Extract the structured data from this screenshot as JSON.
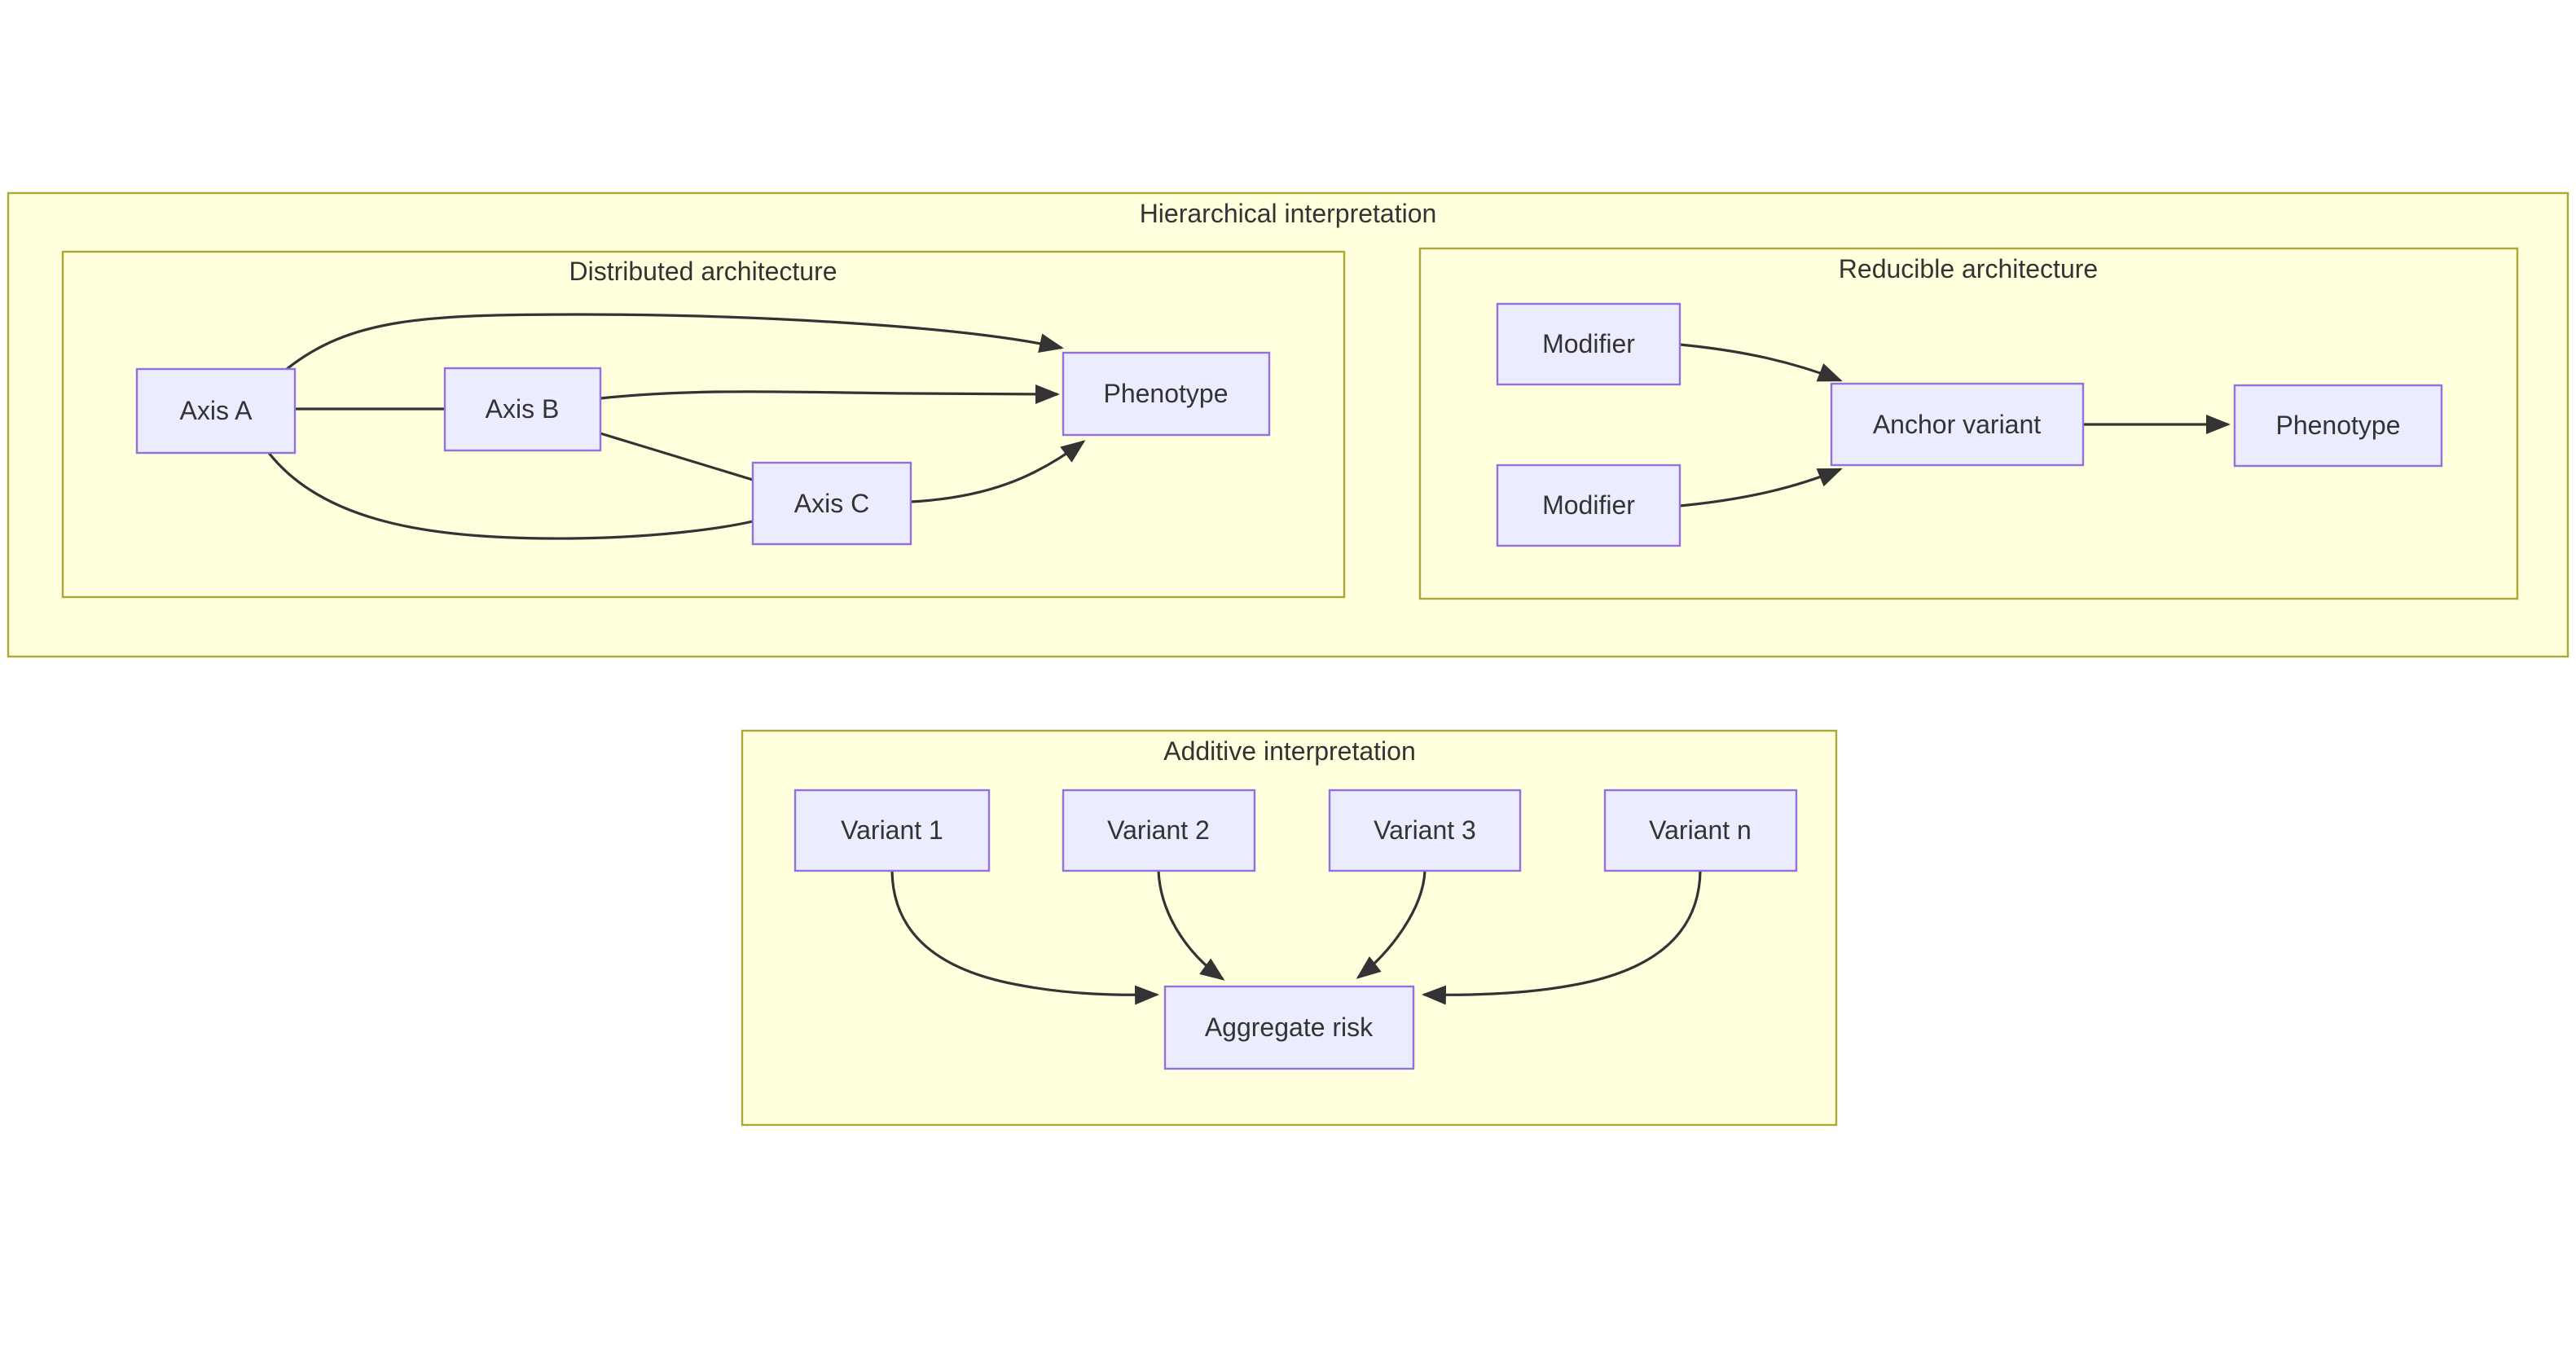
{
  "clusters": {
    "hierarchical": {
      "label": "Hierarchical interpretation"
    },
    "distributed": {
      "label": "Distributed architecture"
    },
    "reducible": {
      "label": "Reducible architecture"
    },
    "additive": {
      "label": "Additive interpretation"
    }
  },
  "nodes": {
    "axis_a": {
      "label": "Axis A"
    },
    "axis_b": {
      "label": "Axis B"
    },
    "axis_c": {
      "label": "Axis C"
    },
    "phenotype_distributed": {
      "label": "Phenotype"
    },
    "modifier_top": {
      "label": "Modifier"
    },
    "modifier_bottom": {
      "label": "Modifier"
    },
    "anchor_variant": {
      "label": "Anchor variant"
    },
    "phenotype_reducible": {
      "label": "Phenotype"
    },
    "variant_1": {
      "label": "Variant 1"
    },
    "variant_2": {
      "label": "Variant 2"
    },
    "variant_3": {
      "label": "Variant 3"
    },
    "variant_n": {
      "label": "Variant n"
    },
    "aggregate_risk": {
      "label": "Aggregate risk"
    }
  },
  "edges": [
    {
      "from": "axis_a",
      "to": "phenotype_distributed",
      "arrow": true
    },
    {
      "from": "axis_a",
      "to": "axis_b",
      "arrow": false
    },
    {
      "from": "axis_b",
      "to": "phenotype_distributed",
      "arrow": true
    },
    {
      "from": "axis_b",
      "to": "axis_c",
      "arrow": false
    },
    {
      "from": "axis_a",
      "to": "axis_c",
      "arrow": false
    },
    {
      "from": "axis_c",
      "to": "phenotype_distributed",
      "arrow": true
    },
    {
      "from": "modifier_top",
      "to": "anchor_variant",
      "arrow": true
    },
    {
      "from": "modifier_bottom",
      "to": "anchor_variant",
      "arrow": true
    },
    {
      "from": "anchor_variant",
      "to": "phenotype_reducible",
      "arrow": true
    },
    {
      "from": "variant_1",
      "to": "aggregate_risk",
      "arrow": true
    },
    {
      "from": "variant_2",
      "to": "aggregate_risk",
      "arrow": true
    },
    {
      "from": "variant_3",
      "to": "aggregate_risk",
      "arrow": true
    },
    {
      "from": "variant_n",
      "to": "aggregate_risk",
      "arrow": true
    }
  ],
  "colors": {
    "cluster_fill": "#ffffde",
    "cluster_border": "#aaaa33",
    "node_fill": "#ececff",
    "node_border": "#9370db",
    "edge": "#333333",
    "text": "#333333",
    "background": "#ffffff"
  }
}
